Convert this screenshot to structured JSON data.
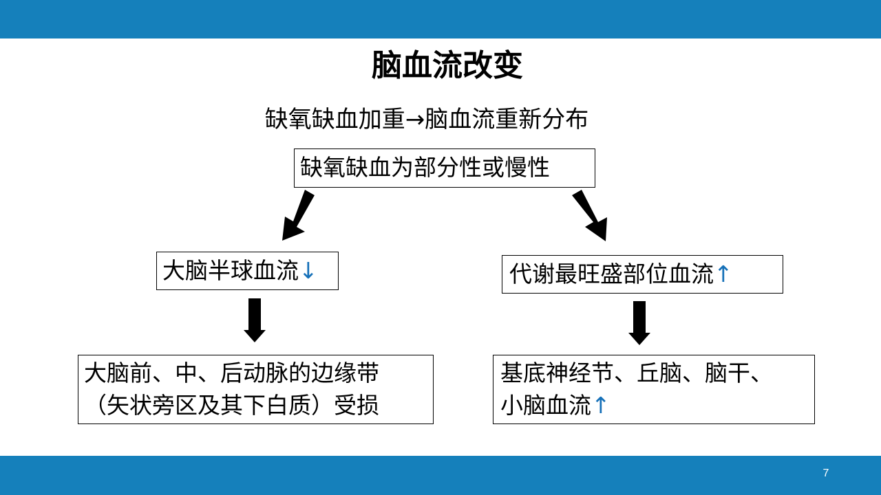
{
  "slide": {
    "title": "脑血流改变",
    "subtitle": "缺氧缺血加重→脑血流重新分布",
    "page_number": "7"
  },
  "diagram": {
    "root": "缺氧缺血为部分性或慢性",
    "left": {
      "text": "大脑半球血流",
      "arrow": "↓"
    },
    "right": {
      "text": "代谢最旺盛部位血流",
      "arrow": "↑"
    },
    "left_result": {
      "line1": "大脑前、中、后动脉的边缘带",
      "line2": "（矢状旁区及其下白质）受损"
    },
    "right_result": {
      "line1": "基底神经节、丘脑、脑干、",
      "line2": "小脑血流",
      "arrow": "↑"
    }
  },
  "colors": {
    "bar": "#1580bb",
    "arrow_highlight": "#1570b8",
    "flow_arrow": "#000000"
  }
}
